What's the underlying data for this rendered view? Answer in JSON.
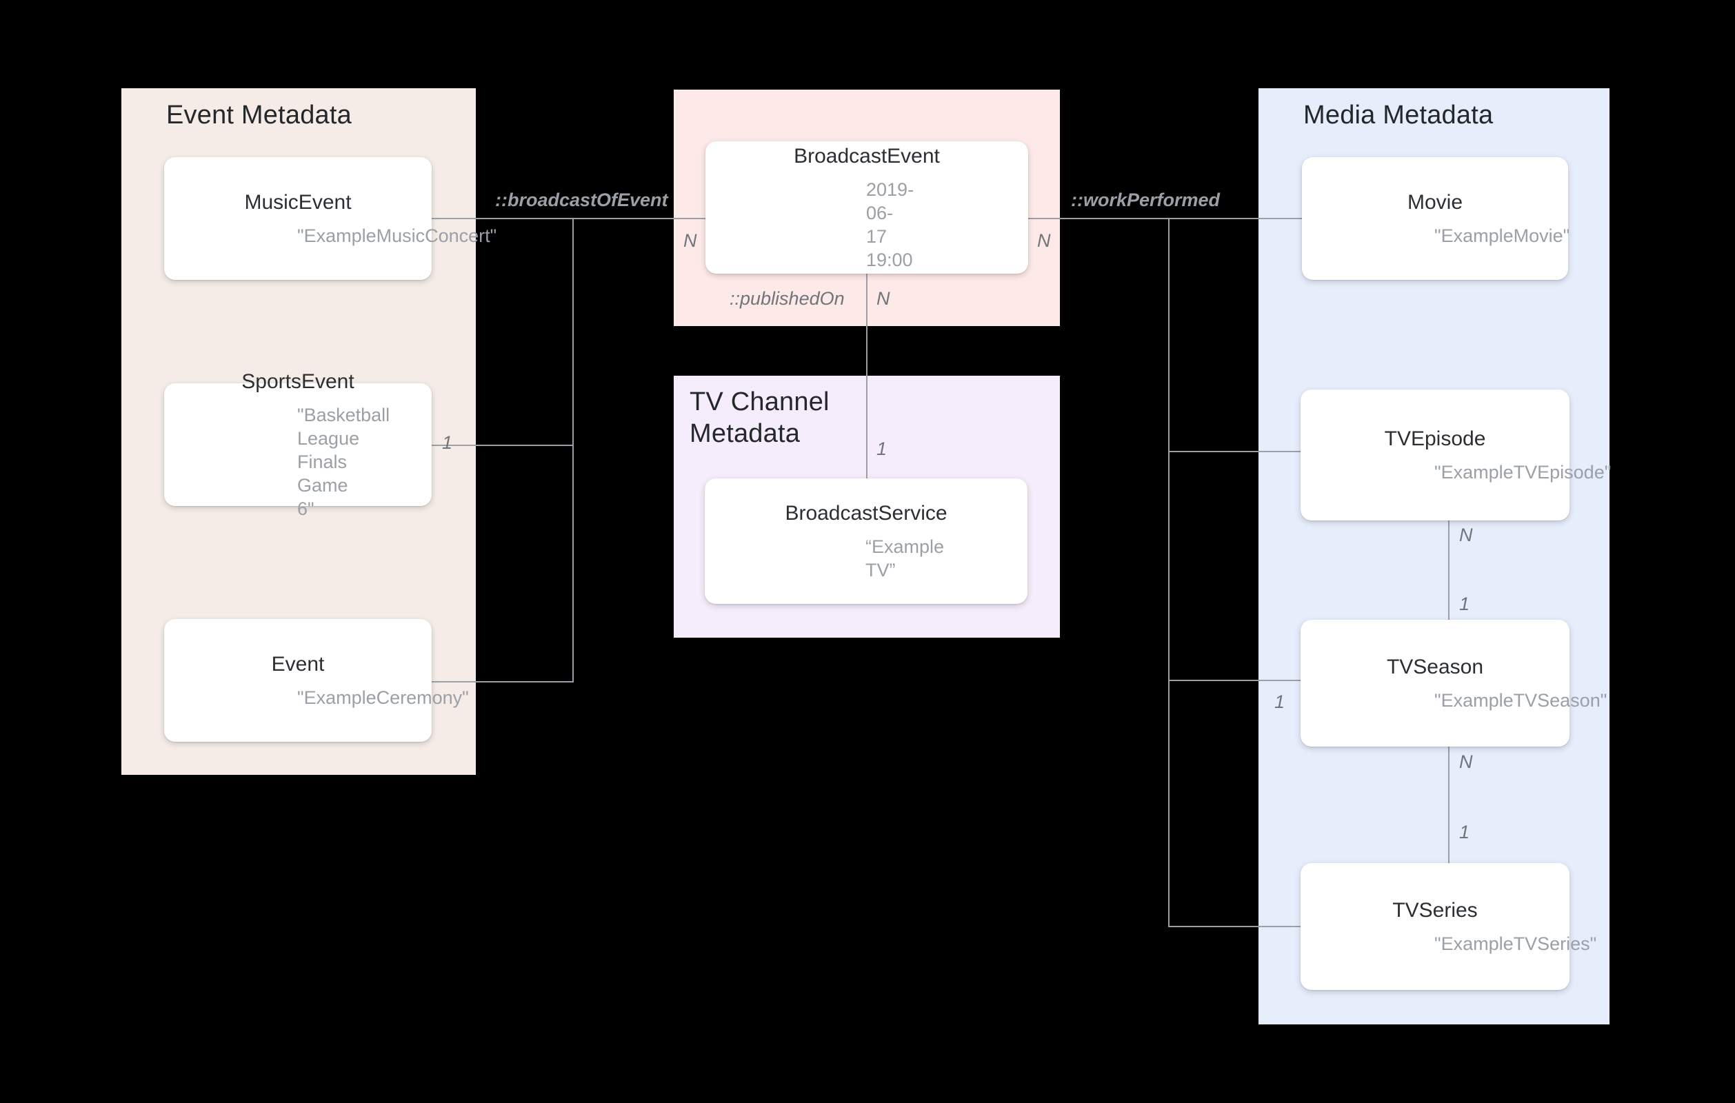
{
  "diagram": {
    "title": "Broadcast metadata entity relationship diagram",
    "background": "#000000",
    "line_color": "#9aa0a6"
  },
  "groups": {
    "event": {
      "title": "Event Metadata",
      "color": "#f5ece7",
      "entities": [
        {
          "type": "MusicEvent",
          "value": "\"ExampleMusicConcert\""
        },
        {
          "type": "SportsEvent",
          "value": "\"Basketball League Finals Game 6\""
        },
        {
          "type": "Event",
          "value": "\"ExampleCeremony\""
        }
      ]
    },
    "broadcast": {
      "title": "",
      "color": "#fde9e7",
      "entities": [
        {
          "type": "BroadcastEvent",
          "value": "2019-06-17 19:00"
        }
      ]
    },
    "tv_channel": {
      "title": "TV Channel\nMetadata",
      "color": "#f5edfb",
      "entities": [
        {
          "type": "BroadcastService",
          "value": "“Example TV”"
        }
      ]
    },
    "media": {
      "title": "Media Metadata",
      "color": "#e6edfb",
      "entities": [
        {
          "type": "Movie",
          "value": "\"ExampleMovie\""
        },
        {
          "type": "TVEpisode",
          "value": "\"ExampleTVEpisode\""
        },
        {
          "type": "TVSeason",
          "value": "\"ExampleTVSeason\""
        },
        {
          "type": "TVSeries",
          "value": "\"ExampleTVSeries\""
        }
      ]
    }
  },
  "relations": {
    "broadcast_of_event": {
      "label": "::broadcastOfEvent",
      "source_cardinality": "1",
      "target_cardinality": "N"
    },
    "work_performed": {
      "label": "::workPerformed",
      "source_cardinality": "N",
      "target_cardinality": "1"
    },
    "published_on": {
      "label": "::publishedOn",
      "source_cardinality": "N",
      "target_cardinality": "1"
    },
    "episode_in_season": {
      "label": "",
      "source_cardinality": "N",
      "target_cardinality": "1"
    },
    "season_in_series": {
      "label": "",
      "source_cardinality": "N",
      "target_cardinality": "1"
    }
  },
  "cardinality_markers": {
    "sports_event_one": "1",
    "broadcast_event_left_n": "N",
    "broadcast_event_right_n": "N",
    "published_on_n": "N",
    "broadcast_service_one": "1",
    "tvepisode_n": "N",
    "tvseason_one_from_episode": "1",
    "tvseason_one_to_bus": "1",
    "tvseason_n": "N",
    "tvseries_one": "1"
  }
}
